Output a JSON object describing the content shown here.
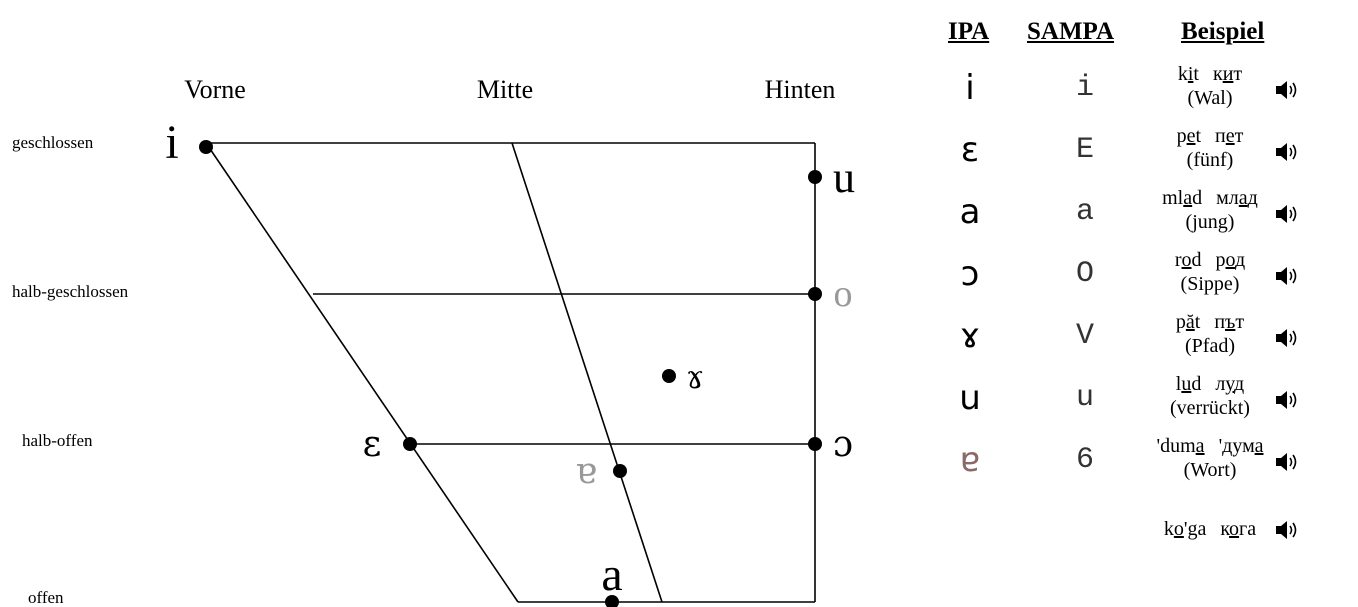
{
  "chart": {
    "columns": [
      "Vorne",
      "Mitte",
      "Hinten"
    ],
    "rows": [
      "geschlossen",
      "halb-geschlossen",
      "halb-offen",
      "offen"
    ],
    "vowels": [
      {
        "symbol": "i"
      },
      {
        "symbol": "u"
      },
      {
        "symbol": "o",
        "color": "#999999"
      },
      {
        "symbol": "ɤ"
      },
      {
        "symbol": "ɛ"
      },
      {
        "symbol": "ɔ"
      },
      {
        "symbol": "ɐ",
        "color": "#999999"
      },
      {
        "symbol": "a"
      }
    ]
  },
  "table": {
    "headers": {
      "ipa": "IPA",
      "sampa": "SAMPA",
      "example": "Beispiel"
    },
    "rows": [
      {
        "ipa": "i",
        "sampa": "i",
        "lat": [
          "k",
          "i",
          "t"
        ],
        "cyr": [
          "к",
          "и",
          "т"
        ],
        "gloss": "(Wal)"
      },
      {
        "ipa": "ɛ",
        "sampa": "E",
        "lat": [
          "p",
          "e",
          "t"
        ],
        "cyr": [
          "п",
          "е",
          "т"
        ],
        "gloss": "(fünf)"
      },
      {
        "ipa": "a",
        "sampa": "a",
        "lat": [
          "ml",
          "a",
          "d"
        ],
        "cyr": [
          "мл",
          "а",
          "д"
        ],
        "gloss": "(jung)"
      },
      {
        "ipa": "ɔ",
        "sampa": "O",
        "lat": [
          "r",
          "o",
          "d"
        ],
        "cyr": [
          "р",
          "о",
          "д"
        ],
        "gloss": "(Sippe)"
      },
      {
        "ipa": "ɤ",
        "sampa": "V",
        "lat": [
          "p",
          "ă",
          "t"
        ],
        "cyr": [
          "п",
          "ъ",
          "т"
        ],
        "gloss": "(Pfad)"
      },
      {
        "ipa": "u",
        "sampa": "u",
        "lat": [
          "l",
          "u",
          "d"
        ],
        "cyr": [
          "л",
          "у",
          "д"
        ],
        "gloss": "(verrückt)"
      },
      {
        "ipa": "ɐ",
        "sampa": "6",
        "lat": [
          "'dum",
          "a",
          ""
        ],
        "cyr": [
          "'дум",
          "а",
          ""
        ],
        "gloss": "(Wort)",
        "ipa_color": "#8a6a66"
      },
      {
        "ipa": "",
        "sampa": "",
        "lat": [
          "k",
          "o",
          "'ga"
        ],
        "cyr": [
          "к",
          "о",
          "га"
        ],
        "gloss": ""
      }
    ]
  }
}
